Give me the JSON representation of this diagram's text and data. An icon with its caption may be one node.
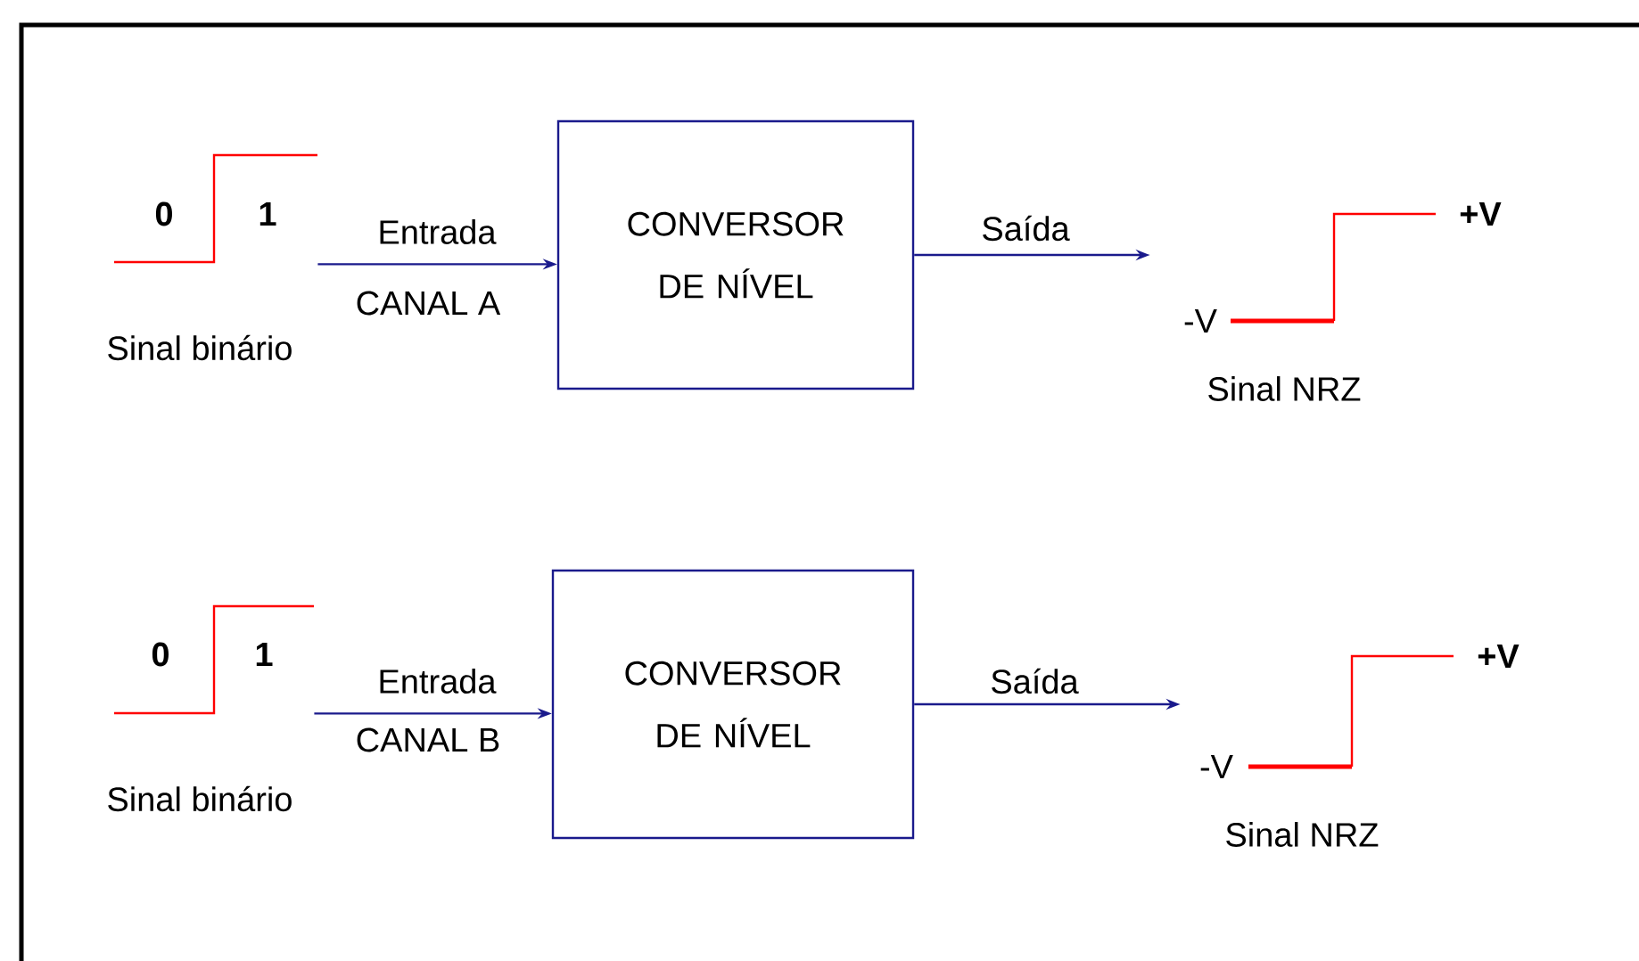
{
  "diagram": {
    "nodes": [
      {
        "text": [],
        "shape": "picture",
        "beside": [
          "Sinal binário"
        ]
      },
      {
        "text": [
          "CONVERSOR DE NÍVEL"
        ]
      },
      {
        "text": [],
        "shape": "picture",
        "beside": [
          "Sinal NRZ"
        ]
      },
      {
        "text": [],
        "shape": "picture",
        "beside": [
          "Sinal binário"
        ]
      },
      {
        "text": [
          "CONVERSOR DE NÍVEL"
        ]
      },
      {
        "text": [],
        "shape": "picture",
        "beside": [
          "Sinal NRZ"
        ]
      }
    ],
    "edges": [
      {
        "from": 0,
        "to": 1,
        "arrow": "to",
        "label": "Entrada"
      },
      {
        "from": 1,
        "to": 2,
        "arrow": "to",
        "label": "Saída"
      },
      {
        "from": 3,
        "to": 4,
        "arrow": "to",
        "label": "Entrada"
      },
      {
        "from": 4,
        "to": 5,
        "arrow": "to",
        "label": "Saída"
      }
    ],
    "labels": [
      "0",
      "1",
      "CANAL A",
      "+V",
      "-V",
      "0",
      "1",
      "CANAL B",
      "+V",
      "-V"
    ]
  }
}
